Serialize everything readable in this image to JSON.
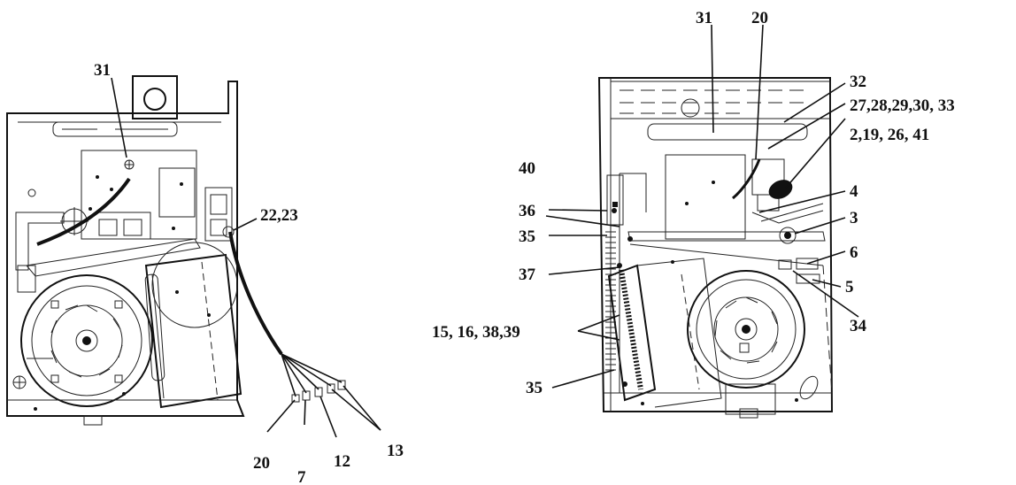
{
  "labels": {
    "left": {
      "l31": "31",
      "l22_23": "22,23",
      "l20": "20",
      "l7": "7",
      "l12": "12",
      "l13": "13"
    },
    "right": {
      "l31": "31",
      "l20": "20",
      "l32": "32",
      "l27_33": "27,28,29,30,  33",
      "l2_41": "2,19, 26, 41",
      "l40": "40",
      "l4": "4",
      "l36": "36",
      "l3": "3",
      "l35a": "35",
      "l6": "6",
      "l37": "37",
      "l5": "5",
      "l15_39": "15, 16, 38,39",
      "l34": "34",
      "l35b": "35"
    }
  }
}
